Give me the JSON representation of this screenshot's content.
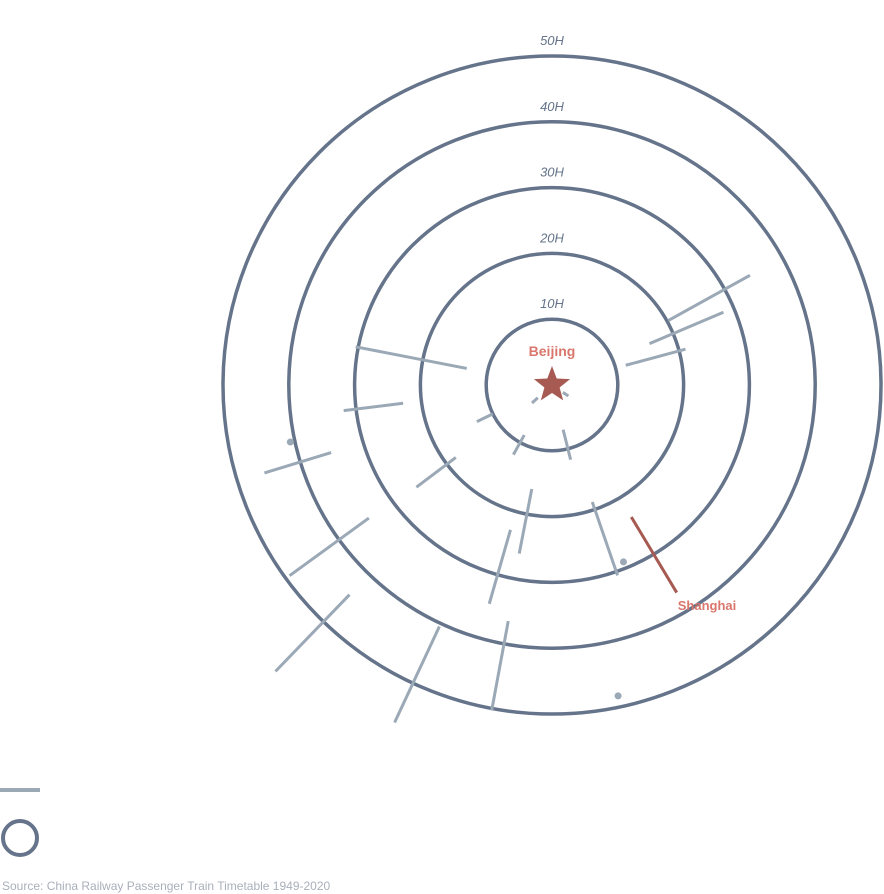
{
  "chart_data": {
    "type": "radial-range",
    "origin": "Beijing",
    "unit": "hours",
    "rings": [
      10,
      20,
      30,
      40,
      50
    ],
    "ring_labels": [
      "10H",
      "20H",
      "30H",
      "40H",
      "50H"
    ],
    "highlight": {
      "name": "Shanghai",
      "bearing": 149,
      "from": 23.4,
      "to": 36.8
    },
    "segments": [
      {
        "bearing": 61,
        "from": 20.2,
        "to": 34.4
      },
      {
        "bearing": 67,
        "from": 16.1,
        "to": 28.3
      },
      {
        "bearing": 75,
        "from": 11.6,
        "to": 21
      },
      {
        "bearing": 124,
        "from": 2,
        "to": 3
      },
      {
        "bearing": 161,
        "from": 18.8,
        "to": 30.6
      },
      {
        "bearing": 166,
        "from": 7,
        "to": 11.7
      },
      {
        "bearing": 191,
        "from": 16.1,
        "to": 26.1
      },
      {
        "bearing": 209,
        "from": 8.7,
        "to": 12.1
      },
      {
        "bearing": 196,
        "from": 22.9,
        "to": 34.6
      },
      {
        "bearing": 190.5,
        "from": 36.5,
        "to": 50.3
      },
      {
        "bearing": 205,
        "from": 40.5,
        "to": 56.6
      },
      {
        "bearing": 224,
        "from": 44.3,
        "to": 60.5
      },
      {
        "bearing": 234,
        "from": 34.4,
        "to": 49.3
      },
      {
        "bearing": 233,
        "from": 18.3,
        "to": 25.8
      },
      {
        "bearing": 228,
        "from": 2.9,
        "to": 4.1
      },
      {
        "bearing": 244,
        "from": 10,
        "to": 12.7
      },
      {
        "bearing": 253,
        "from": 35.1,
        "to": 45.7
      },
      {
        "bearing": 263,
        "from": 22.8,
        "to": 31.9
      },
      {
        "bearing": 281,
        "from": 13.2,
        "to": 30.4
      }
    ],
    "points": [
      {
        "bearing": 257.7,
        "value": 40.7
      },
      {
        "bearing": 158,
        "value": 29
      },
      {
        "bearing": 168,
        "value": 48.3
      }
    ],
    "colors": {
      "ring": "#65748a",
      "segment": "#9ba8b6",
      "highlight": "#a65a52",
      "highlight_label": "#d9776c",
      "origin_label": "#d9776c"
    }
  },
  "source": "Source: China Railway Passenger Train Timetable 1949-2020"
}
